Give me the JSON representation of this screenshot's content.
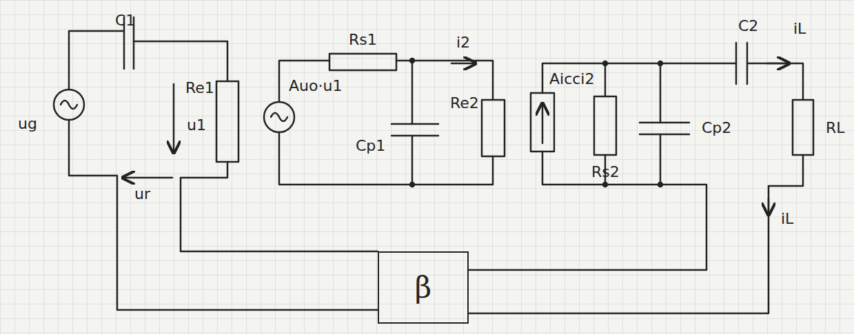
{
  "diagram": {
    "nodes": [
      {
        "text": [
          "β"
        ]
      }
    ],
    "labels": [
      "C1",
      "Rs1",
      "i2",
      "C2",
      "iL",
      "ug",
      "Re1",
      "Auo·u1",
      "Re2",
      "u1",
      "Cp1",
      "Aicci2",
      "Rs2",
      "Cp2",
      "RL",
      "ur",
      "iL"
    ]
  }
}
